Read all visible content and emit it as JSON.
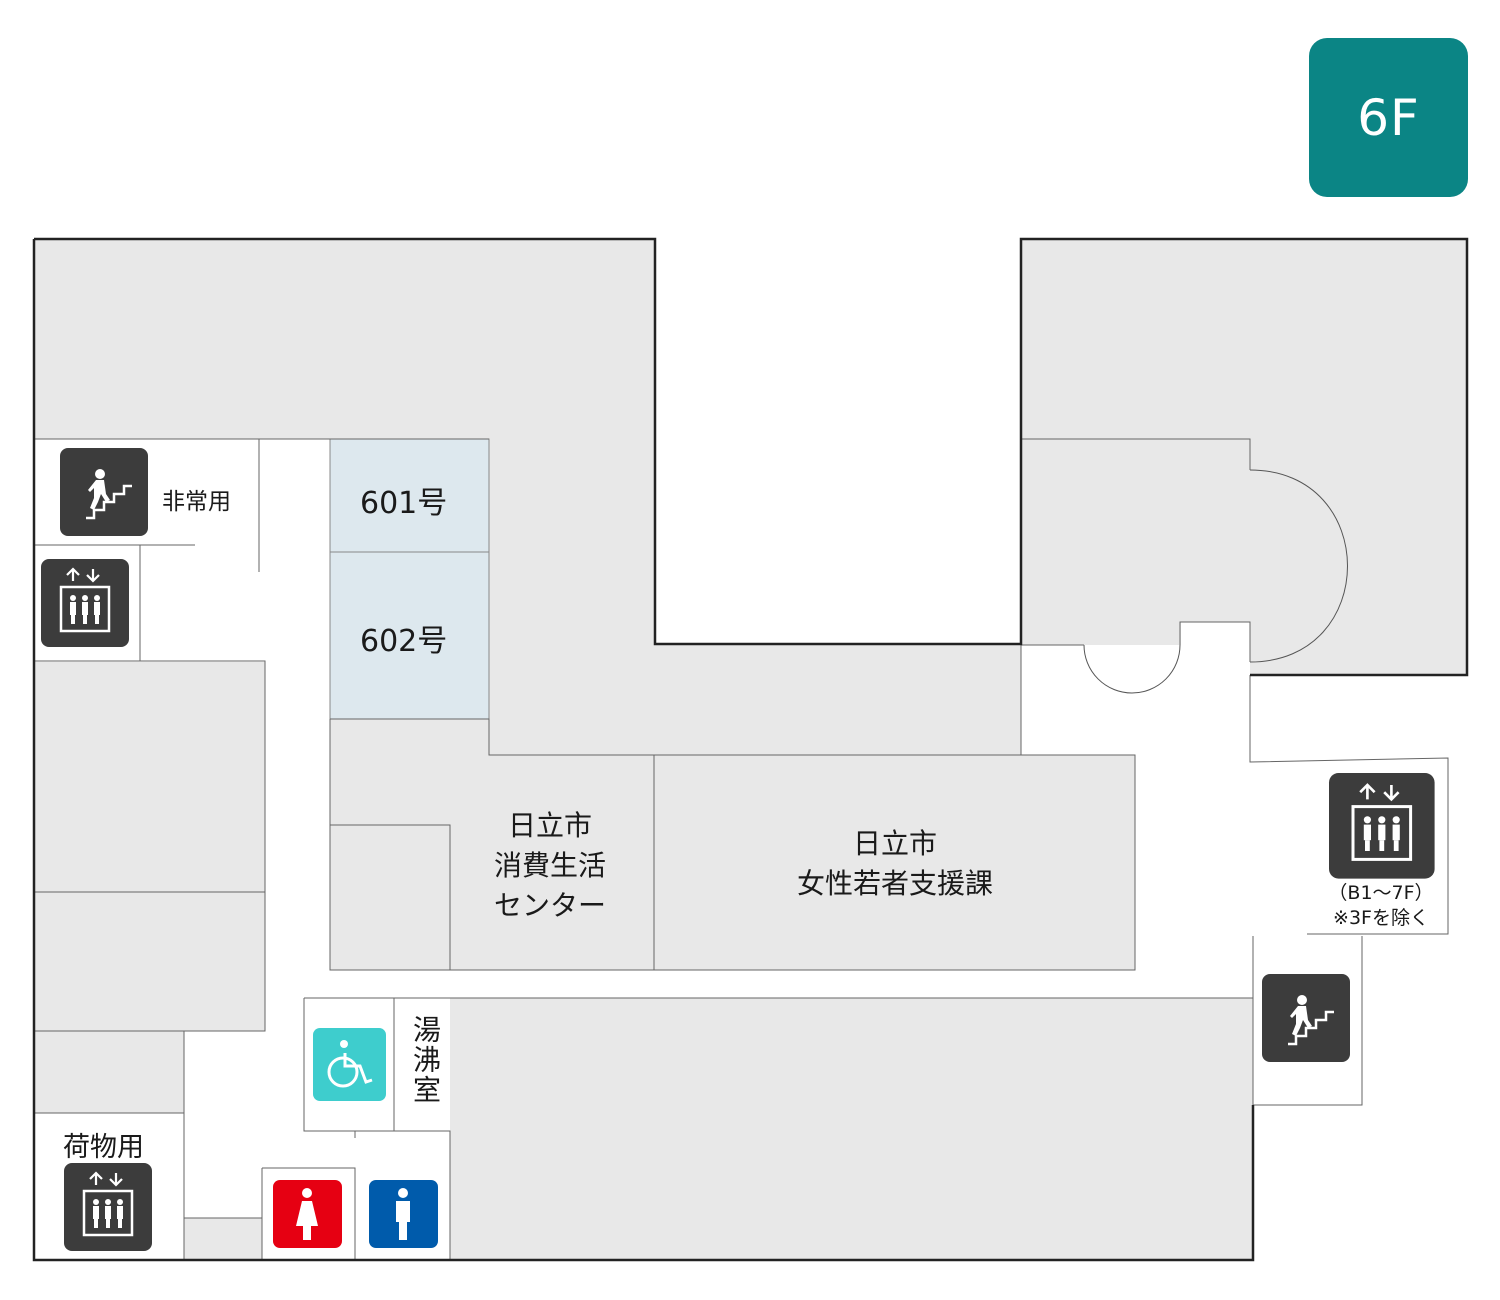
{
  "floor": {
    "label": "6F",
    "color": "#0b8585"
  },
  "rooms": {
    "room_601": "601号",
    "room_602": "602号",
    "consumer_center": [
      "日立市",
      "消費生活",
      "センター"
    ],
    "women_youth_support": [
      "日立市",
      "女性若者支援課"
    ],
    "hot_water_room": "湯沸室"
  },
  "facilities": {
    "emergency_stairs": "非常用",
    "freight_elevator": "荷物用",
    "elevator_note": [
      "（B1～7F）",
      "※3Fを除く"
    ],
    "icons": [
      "stairs-icon",
      "elevator-icon",
      "wheelchair-icon",
      "female-toilet-icon",
      "male-toilet-icon"
    ]
  },
  "colors": {
    "room_fill": "#e8e8e8",
    "meeting_room_fill": "#dde8ee",
    "icon_dark": "#3c3c3c",
    "accessible": "#3ecdcd",
    "female": "#e60012",
    "male": "#005bab"
  }
}
